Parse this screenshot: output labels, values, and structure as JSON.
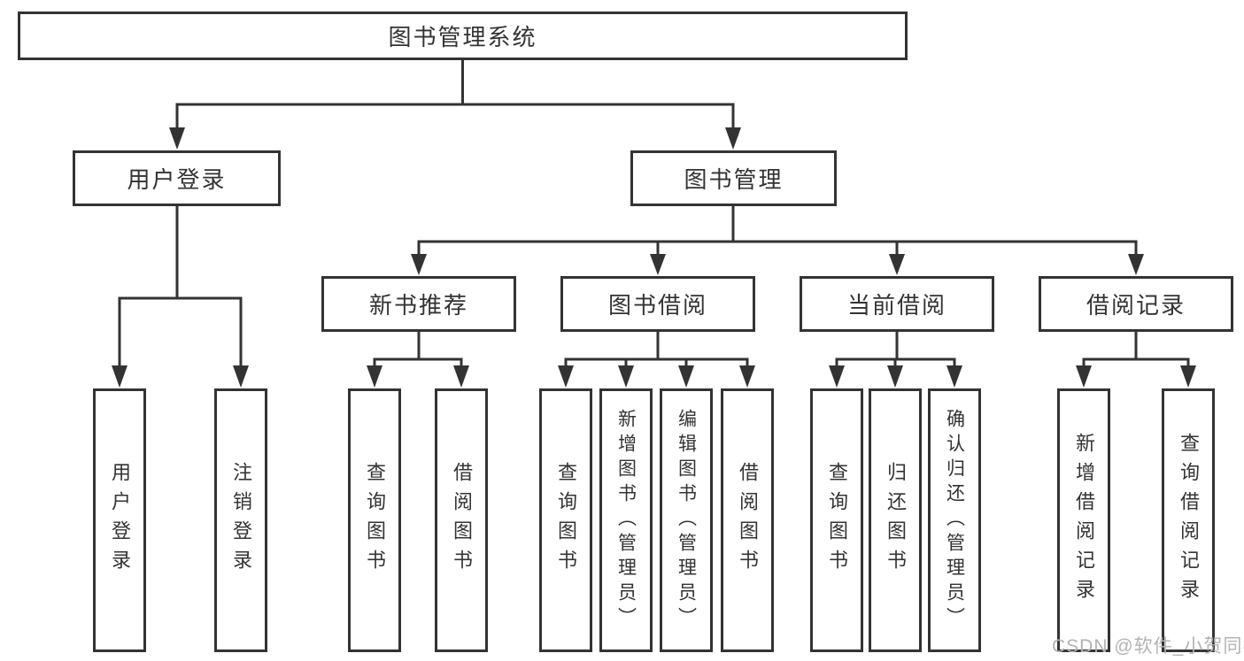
{
  "diagram": {
    "root": {
      "label": "图书管理系统"
    },
    "level2": {
      "user_login": {
        "label": "用户登录"
      },
      "book_management": {
        "label": "图书管理"
      }
    },
    "level3": {
      "new_book_recommendation": {
        "label": "新书推荐"
      },
      "book_borrowing": {
        "label": "图书借阅"
      },
      "current_borrowing": {
        "label": "当前借阅"
      },
      "borrowing_records": {
        "label": "借阅记录"
      }
    },
    "level4": {
      "user_login_leaf": {
        "label": "用户登录"
      },
      "logout": {
        "label": "注销登录"
      },
      "recommend_query_books": {
        "label": "查询图书"
      },
      "recommend_borrow_books": {
        "label": "借阅图书"
      },
      "borrowing_query_books": {
        "label": "查询图书"
      },
      "borrowing_add_books": {
        "label": "新增图书（管理员）"
      },
      "borrowing_edit_books": {
        "label": "编辑图书（管理员）"
      },
      "borrowing_borrow_books": {
        "label": "借阅图书"
      },
      "current_query_books": {
        "label": "查询图书"
      },
      "current_return_books": {
        "label": "归还图书"
      },
      "current_confirm_return": {
        "label": "确认归还（管理员）"
      },
      "records_add_record": {
        "label": "新增借阅记录"
      },
      "records_query_record": {
        "label": "查询借阅记录"
      }
    }
  },
  "watermark": {
    "text": "CSDN @软件_小贺同学"
  },
  "colors": {
    "line": "#333333",
    "box_border": "#333333",
    "box_fill": "#ffffff",
    "text": "#333333",
    "background": "#ffffff",
    "watermark": "#b3b3b3"
  }
}
